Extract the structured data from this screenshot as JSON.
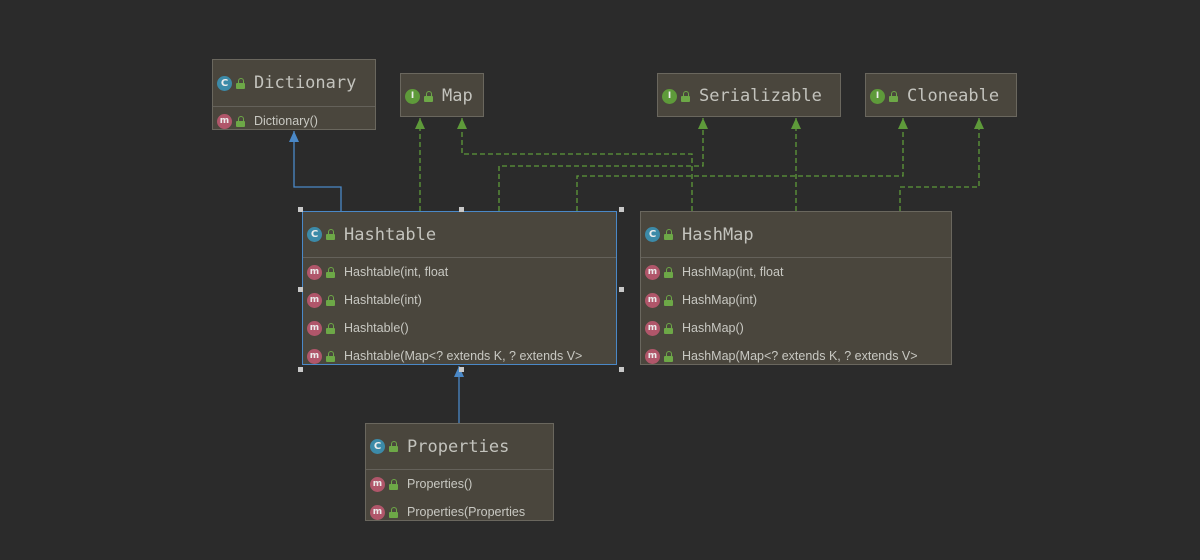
{
  "nodes": {
    "dictionary": {
      "kind": "class",
      "title": "Dictionary",
      "members": [
        {
          "kind": "method",
          "label": "Dictionary()"
        }
      ]
    },
    "map": {
      "kind": "interface",
      "title": "Map",
      "members": []
    },
    "serializable": {
      "kind": "interface",
      "title": "Serializable",
      "members": []
    },
    "cloneable": {
      "kind": "interface",
      "title": "Cloneable",
      "members": []
    },
    "hashtable": {
      "kind": "class",
      "title": "Hashtable",
      "selected": true,
      "members": [
        {
          "kind": "method",
          "label": "Hashtable(int, float"
        },
        {
          "kind": "method",
          "label": "Hashtable(int)"
        },
        {
          "kind": "method",
          "label": "Hashtable()"
        },
        {
          "kind": "method",
          "label": "Hashtable(Map<? extends K, ? extends V>"
        }
      ]
    },
    "hashmap": {
      "kind": "class",
      "title": "HashMap",
      "members": [
        {
          "kind": "method",
          "label": "HashMap(int, float"
        },
        {
          "kind": "method",
          "label": "HashMap(int)"
        },
        {
          "kind": "method",
          "label": "HashMap()"
        },
        {
          "kind": "method",
          "label": "HashMap(Map<? extends K, ? extends V>"
        }
      ]
    },
    "properties": {
      "kind": "class",
      "title": "Properties",
      "members": [
        {
          "kind": "method",
          "label": "Properties()"
        },
        {
          "kind": "method",
          "label": "Properties(Properties"
        }
      ]
    }
  },
  "icon_glyphs": {
    "class": "C",
    "interface": "I",
    "method": "m"
  },
  "edges": [
    {
      "from": "hashtable",
      "to": "dictionary",
      "type": "extends"
    },
    {
      "from": "hashtable",
      "to": "map",
      "type": "implements"
    },
    {
      "from": "hashtable",
      "to": "serializable",
      "type": "implements"
    },
    {
      "from": "hashtable",
      "to": "cloneable",
      "type": "implements"
    },
    {
      "from": "hashmap",
      "to": "map",
      "type": "implements"
    },
    {
      "from": "hashmap",
      "to": "serializable",
      "type": "implements"
    },
    {
      "from": "hashmap",
      "to": "cloneable",
      "type": "implements"
    },
    {
      "from": "properties",
      "to": "hashtable",
      "type": "extends"
    }
  ],
  "colors": {
    "background": "#2b2b2b",
    "node_fill": "#4a463d",
    "extends_edge": "#4a88c7",
    "implements_edge": "#5e9a3a",
    "selection": "#4a88c7"
  }
}
